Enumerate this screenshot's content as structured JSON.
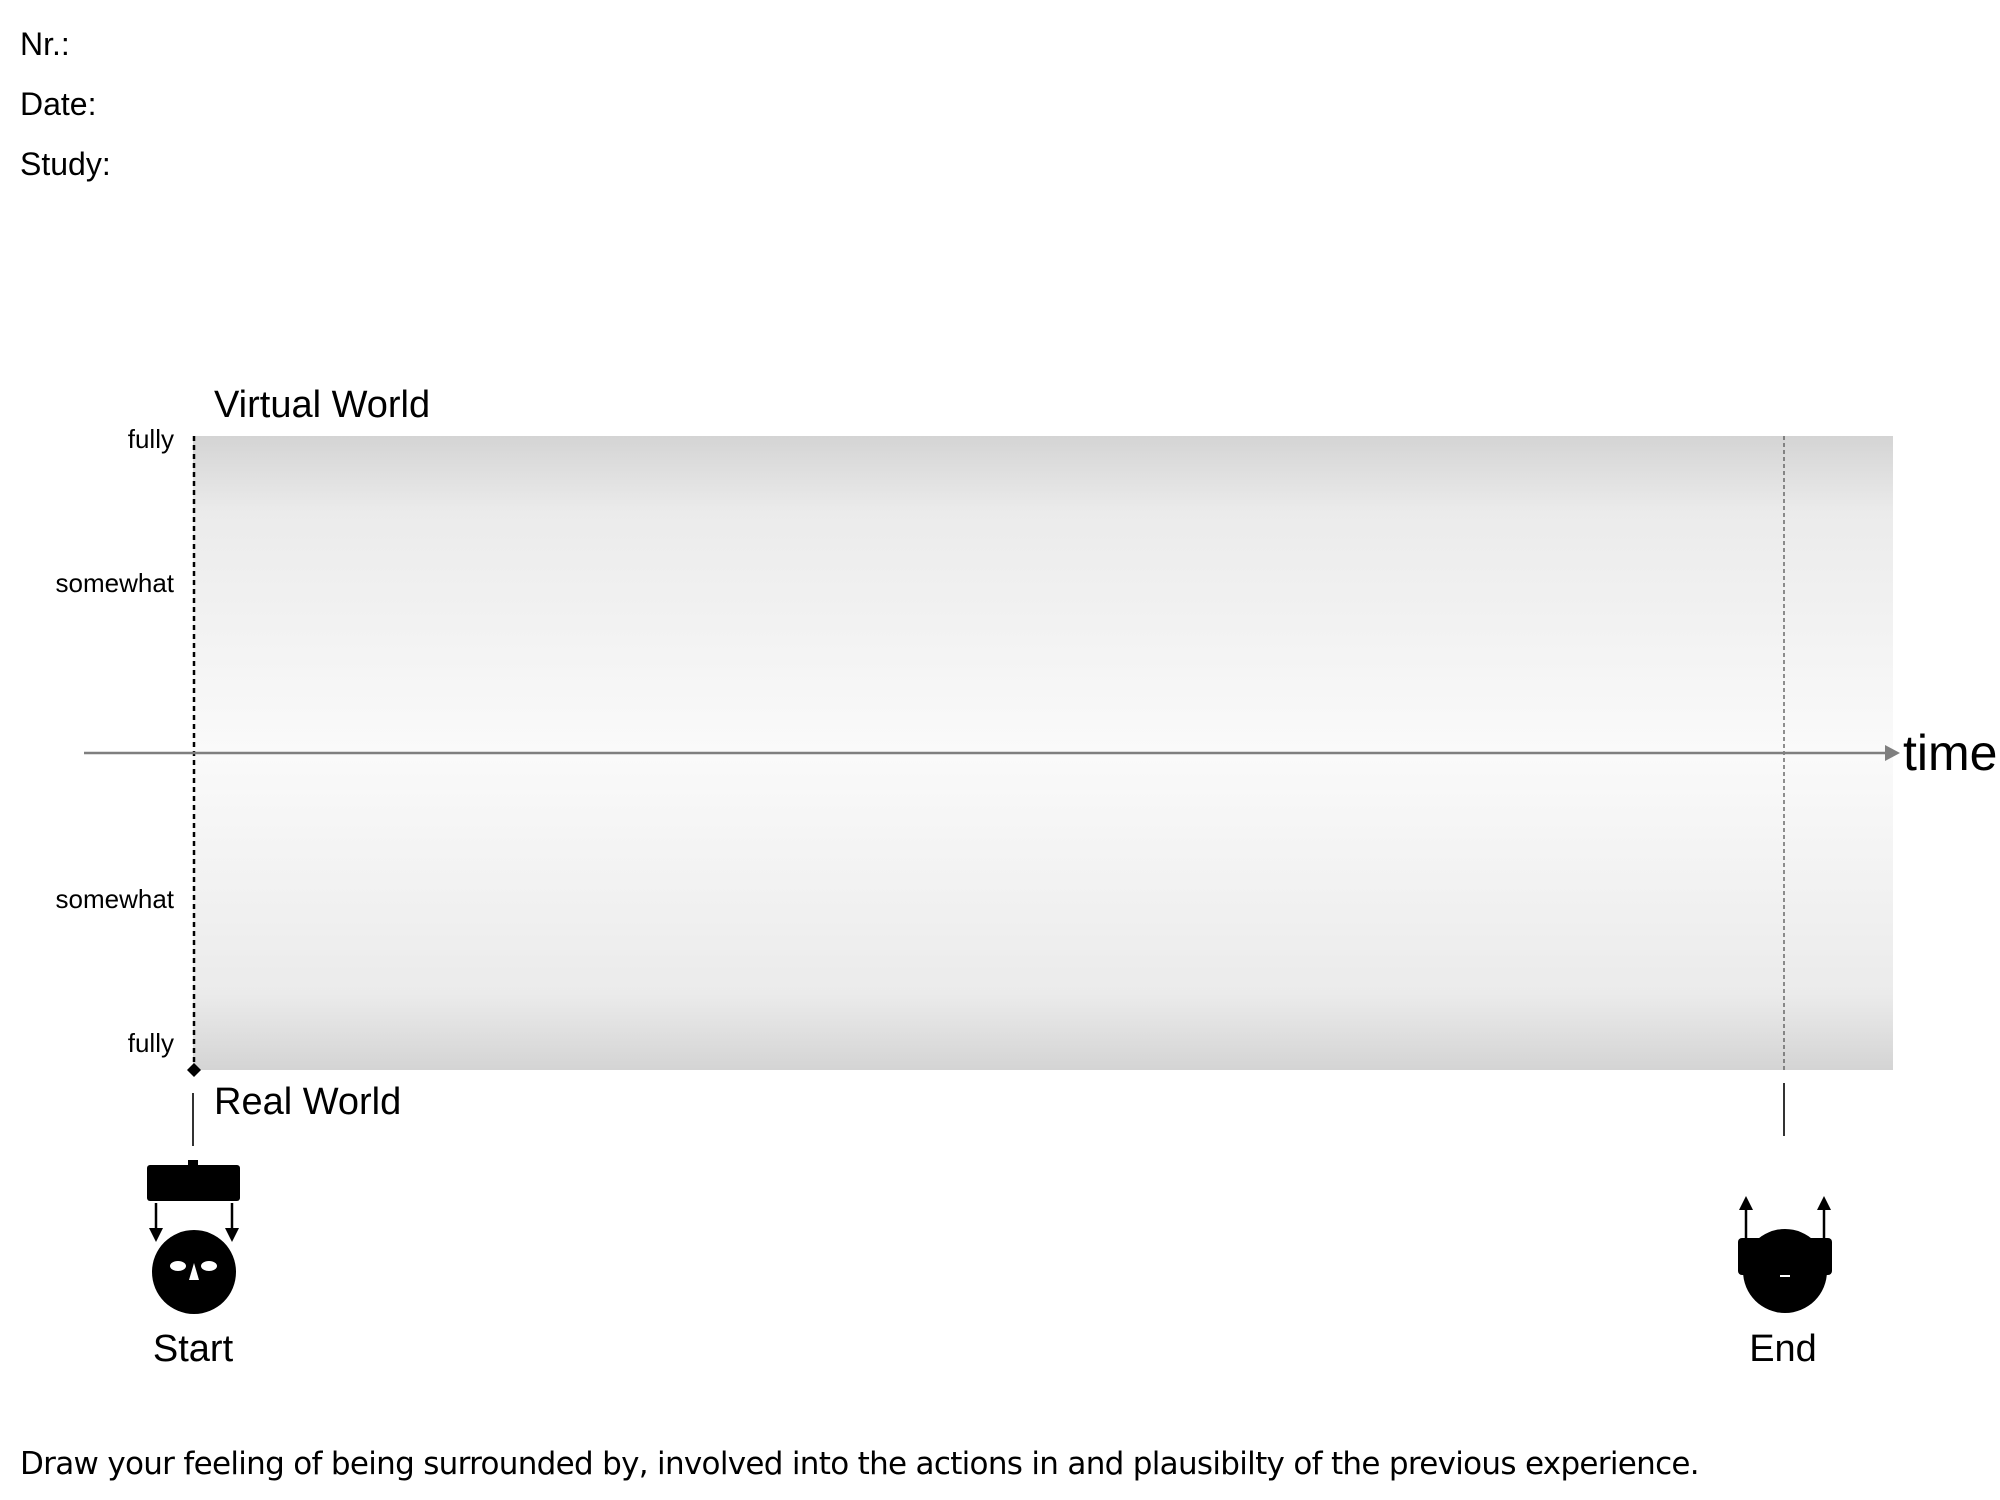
{
  "header": {
    "nr_label": "Nr.:",
    "date_label": "Date:",
    "study_label": "Study:"
  },
  "scale": {
    "top_world": "Virtual World",
    "bottom_world": "Real World",
    "time_axis": "time",
    "ticks": {
      "fully_top": "fully",
      "somewhat_top": "somewhat",
      "somewhat_bottom": "somewhat",
      "fully_bottom": "fully"
    },
    "start_label": "Start",
    "end_label": "End",
    "start_icon": "headset-on-icon",
    "end_icon": "headset-off-icon"
  },
  "instruction": "Draw your feeling of being surrounded by, involved into the actions in and plausibilty of the previous experience."
}
